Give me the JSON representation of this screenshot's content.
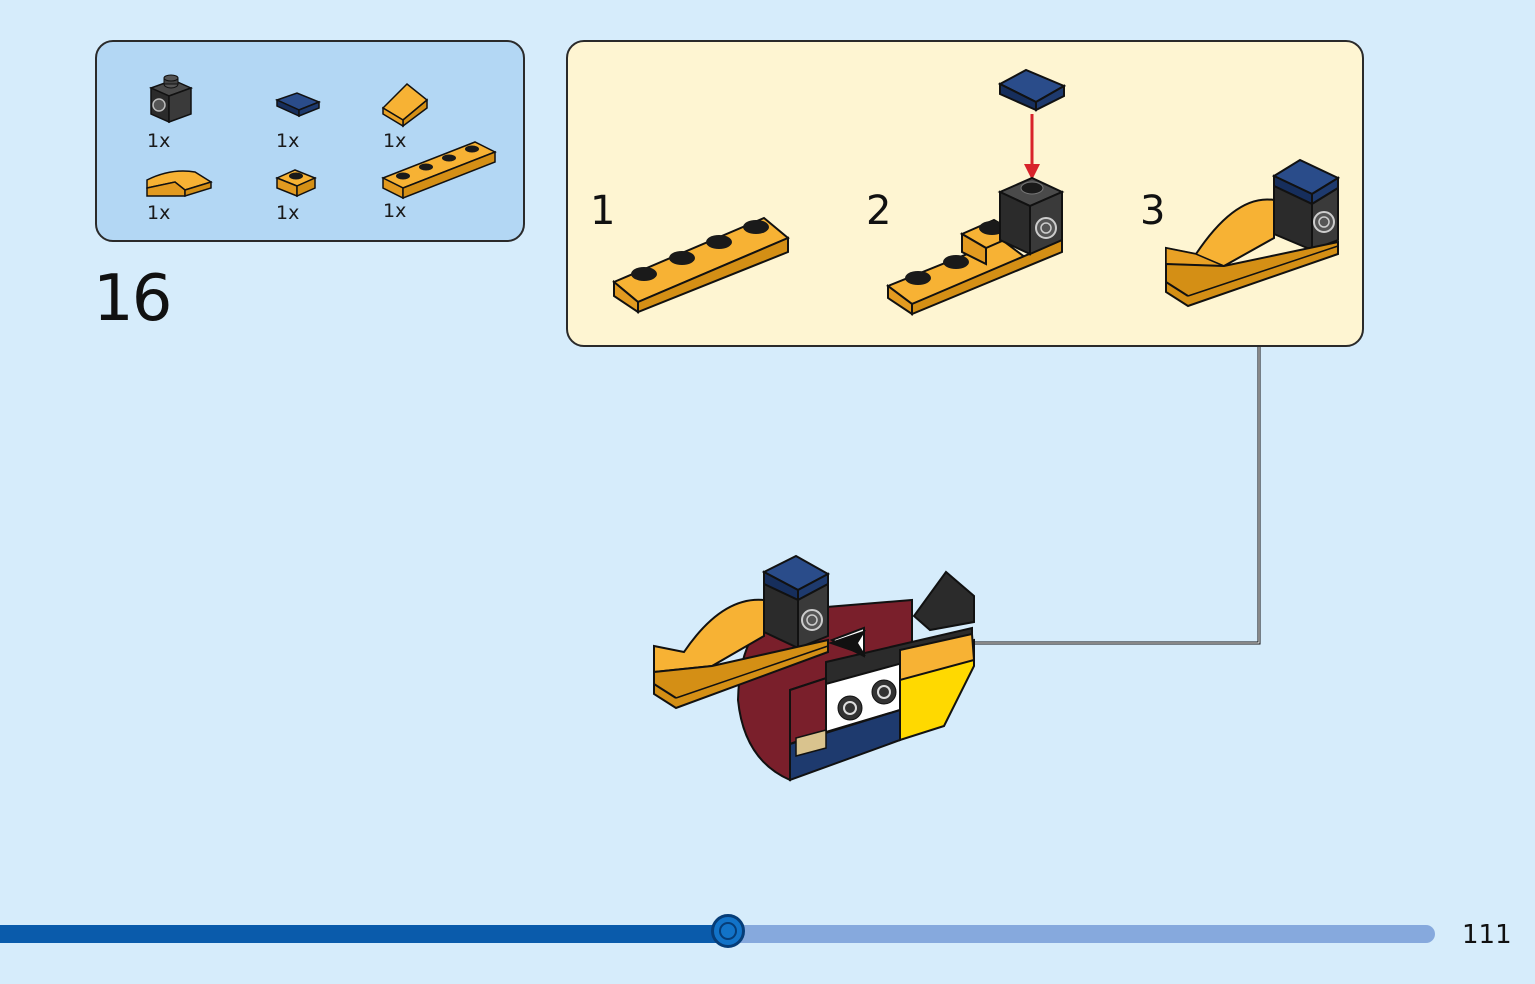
{
  "parts": [
    {
      "name": "black-brick-1x1-with-stud-side",
      "qty": "1x"
    },
    {
      "name": "dark-blue-tile-1x1",
      "qty": "1x"
    },
    {
      "name": "orange-slope-1x1",
      "qty": "1x"
    },
    {
      "name": "orange-curved-slope",
      "qty": "1x"
    },
    {
      "name": "orange-plate-1x1",
      "qty": "1x"
    },
    {
      "name": "orange-plate-1x4",
      "qty": "1x"
    }
  ],
  "step": {
    "number": "16"
  },
  "substeps": [
    {
      "label": "1"
    },
    {
      "label": "2"
    },
    {
      "label": "3"
    }
  ],
  "colors": {
    "background": "#d6ecfb",
    "parts_panel": "#b3d7f4",
    "substep_panel": "#fef5d2",
    "orange": "#f7b234",
    "dark_blue": "#1e3a6e",
    "black": "#2b2b2b",
    "dark_red": "#7a1f2b",
    "yellow": "#ffd900",
    "arrow_red": "#d8232a"
  },
  "progress": {
    "fraction": 0.507
  },
  "page": {
    "number": "111"
  }
}
